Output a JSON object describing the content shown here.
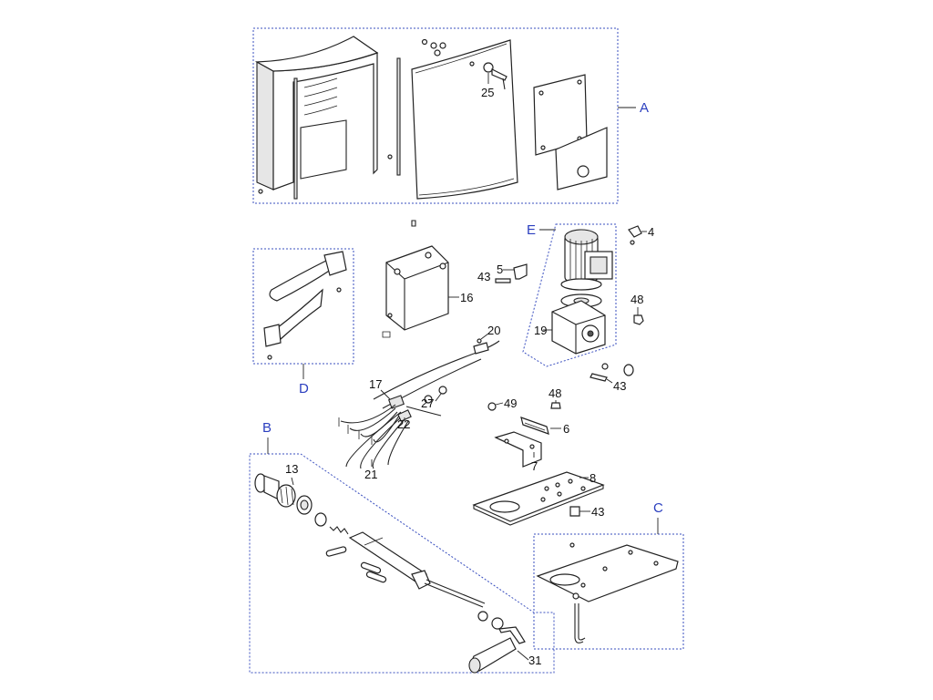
{
  "groups": {
    "A": "A",
    "B": "B",
    "C": "C",
    "D": "D",
    "E": "E"
  },
  "callouts": {
    "p25": "25",
    "p4": "4",
    "p5": "5",
    "p43a": "43",
    "p16": "16",
    "p48a": "48",
    "p19": "19",
    "p20": "20",
    "p17": "17",
    "p27": "27",
    "p22": "22",
    "p21": "21",
    "p43b": "43",
    "p49": "49",
    "p48b": "48",
    "p6": "6",
    "p7": "7",
    "p8": "8",
    "p43c": "43",
    "p13": "13",
    "p31": "31"
  },
  "colors": {
    "group_border": "#3a4fbf",
    "group_label": "#2b3fbf",
    "line": "#222222"
  }
}
